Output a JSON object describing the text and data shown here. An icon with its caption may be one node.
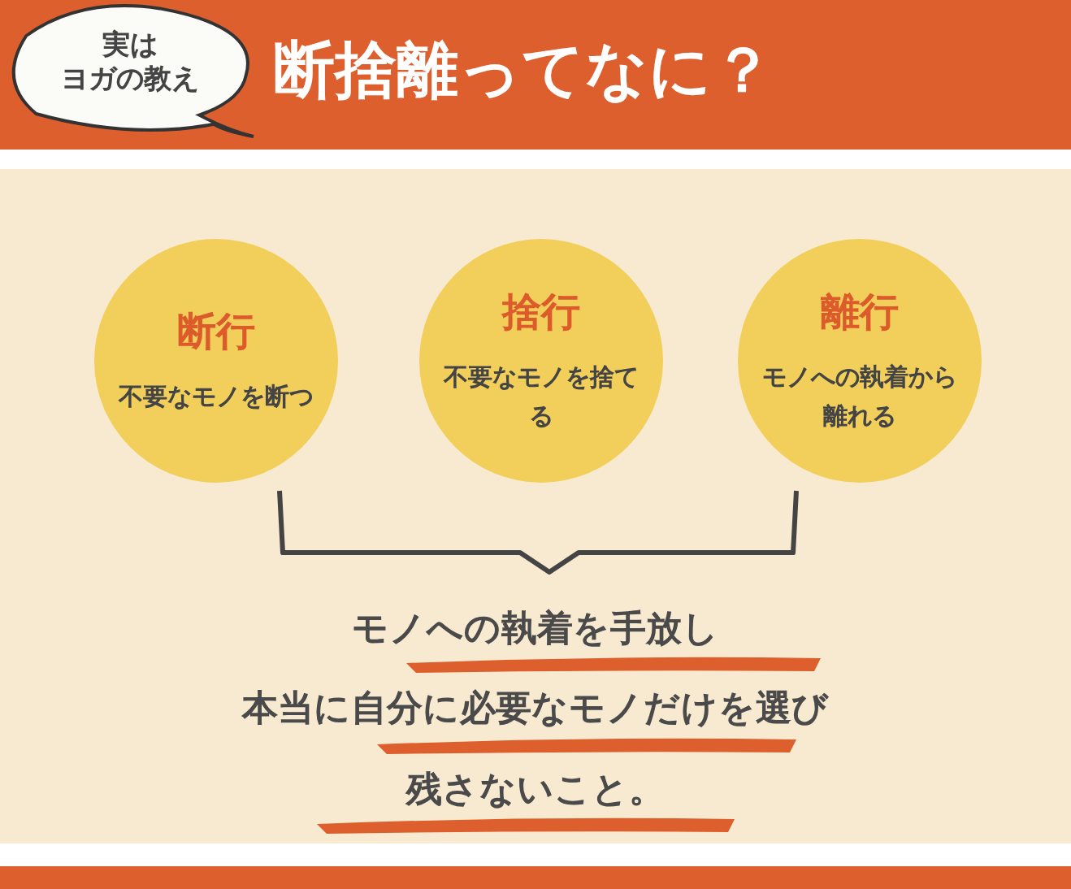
{
  "diagram": {
    "title": "断捨離ってなに？",
    "nodes": [
      {
        "text": [
          "実は",
          "ヨガの教え"
        ]
      },
      {
        "text": [
          "断行",
          "不要なモノを断つ"
        ]
      },
      {
        "text": [
          "捨行",
          "不要なモノを捨てる"
        ]
      },
      {
        "text": [
          "離行",
          "モノへの執着から離れる"
        ]
      }
    ],
    "labels": [
      "モノへの執着を手放し",
      "本当に自分に必要なモノだけを選び",
      "残さないこと。"
    ]
  }
}
